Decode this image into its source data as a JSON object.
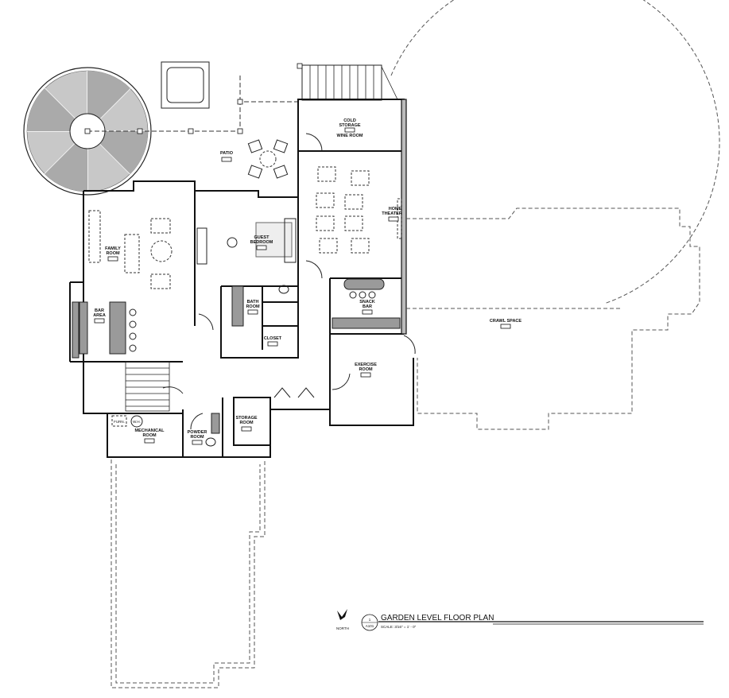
{
  "plan": {
    "title": "GARDEN LEVEL FLOOR PLAN",
    "scale": "SCALE: 3/16\" = 1' - 0\"",
    "detail_number": "1",
    "sheet_number": "A101",
    "north_label": "NORTH",
    "north_icon": "north-arrow-icon"
  },
  "rooms": {
    "patio": [
      "PATIO"
    ],
    "cold_storage": [
      "COLD",
      "STORAGE"
    ],
    "wine_room": [
      "WINE ROOM"
    ],
    "home_theater": [
      "HOME",
      "THEATER"
    ],
    "family_room": [
      "FAMILY",
      "ROOM"
    ],
    "guest_bedroom": [
      "GUEST",
      "BEDROOM"
    ],
    "bar_area": [
      "BAR",
      "AREA"
    ],
    "bath_room": [
      "BATH",
      "ROOM"
    ],
    "closet": [
      "CLOSET"
    ],
    "snack_bar": [
      "SNACK",
      "BAR"
    ],
    "exercise_room": [
      "EXERCISE",
      "ROOM"
    ],
    "crawl_space": [
      "CRAWL SPACE"
    ],
    "mechanical_room": [
      "MECHANICAL",
      "ROOM"
    ],
    "powder_room": [
      "POWDER",
      "ROOM"
    ],
    "storage_room": [
      "STORAGE",
      "ROOM"
    ]
  },
  "equipment": {
    "furnace": "FURN.",
    "water_heater": "W.H."
  }
}
